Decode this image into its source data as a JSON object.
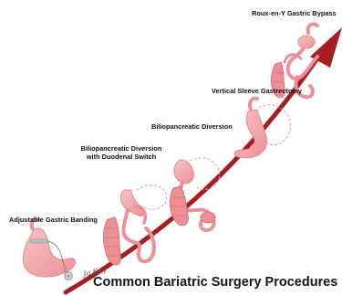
{
  "colors": {
    "arrow": "#a51e22",
    "stomach_fill": "#f4a6a8",
    "stomach_stroke": "#e48a8e",
    "intestine_fill": "#ee8f96",
    "band": "#b8bcc2",
    "dashed_remnant": "#e89a9c"
  },
  "procedures": [
    {
      "id": "agb",
      "label": "Adjustable Gastric Banding"
    },
    {
      "id": "bpd-ds",
      "label_line1": "Biliopancreatic Diversion",
      "label_line2": "with Duodenal Switch"
    },
    {
      "id": "bpd",
      "label": "Biliopancreatic Diversion"
    },
    {
      "id": "vsg",
      "label": "Vertical Sleeve Gastrectomy"
    },
    {
      "id": "rygb",
      "label": "Roux-en-Y Gastric Bypass"
    }
  ],
  "title": "Common Bariatric Surgery Procedures",
  "signature": "Jo Key"
}
